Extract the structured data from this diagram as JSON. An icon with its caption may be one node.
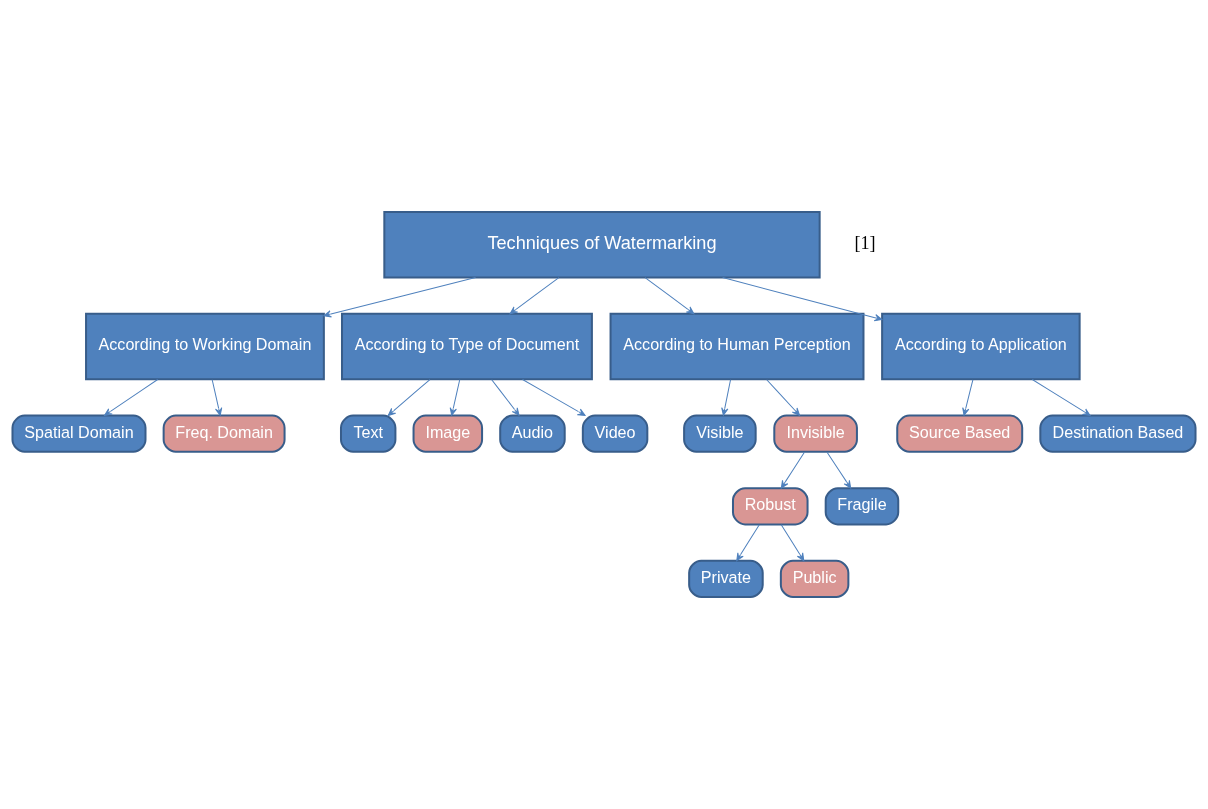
{
  "diagram": {
    "nodes": [
      {
        "text": [
          "Techniques of Watermarking"
        ]
      },
      {
        "text": [
          "According to Working Domain"
        ]
      },
      {
        "text": [
          "According to Type of Document"
        ]
      },
      {
        "text": [
          "According to Human Perception"
        ]
      },
      {
        "text": [
          "According to Application"
        ]
      },
      {
        "text": [
          "Spatial Domain"
        ]
      },
      {
        "text": [
          "Freq. Domain"
        ]
      },
      {
        "text": [
          "Text"
        ]
      },
      {
        "text": [
          "Image"
        ]
      },
      {
        "text": [
          "Audio"
        ]
      },
      {
        "text": [
          "Video"
        ]
      },
      {
        "text": [
          "Visible"
        ]
      },
      {
        "text": [
          "Invisible"
        ]
      },
      {
        "text": [
          "Source Based"
        ]
      },
      {
        "text": [
          "Destination Based"
        ]
      },
      {
        "text": [
          "Robust"
        ]
      },
      {
        "text": [
          "Fragile"
        ]
      },
      {
        "text": [
          "Private"
        ]
      },
      {
        "text": [
          "Public"
        ]
      }
    ],
    "edges": [
      {
        "from": 0,
        "to": 1,
        "arrow": "to"
      },
      {
        "from": 0,
        "to": 2,
        "arrow": "to"
      },
      {
        "from": 0,
        "to": 3,
        "arrow": "to"
      },
      {
        "from": 0,
        "to": 4,
        "arrow": "to"
      },
      {
        "from": 1,
        "to": 5,
        "arrow": "to"
      },
      {
        "from": 1,
        "to": 6,
        "arrow": "to"
      },
      {
        "from": 2,
        "to": 7,
        "arrow": "to"
      },
      {
        "from": 2,
        "to": 8,
        "arrow": "to"
      },
      {
        "from": 2,
        "to": 9,
        "arrow": "to"
      },
      {
        "from": 2,
        "to": 10,
        "arrow": "to"
      },
      {
        "from": 3,
        "to": 11,
        "arrow": "to"
      },
      {
        "from": 3,
        "to": 12,
        "arrow": "to"
      },
      {
        "from": 4,
        "to": 13,
        "arrow": "to"
      },
      {
        "from": 4,
        "to": 14,
        "arrow": "to"
      },
      {
        "from": 12,
        "to": 15,
        "arrow": "to"
      },
      {
        "from": 12,
        "to": 16,
        "arrow": "to"
      },
      {
        "from": 15,
        "to": 17,
        "arrow": "to"
      },
      {
        "from": 15,
        "to": 18,
        "arrow": "to"
      }
    ],
    "labels": [
      "[1]"
    ]
  }
}
